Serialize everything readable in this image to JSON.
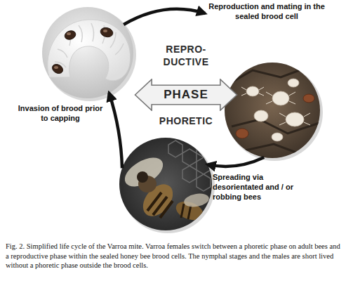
{
  "diagram": {
    "caption": "Fig. 2. Simplified life cycle of the Varroa mite. Varroa females switch between a phoretic phase on adult bees and a reproductive phase within the sealed honey bee brood cells. The nymphal stages and the males are short lived without a phoretic phase outside the brood cells.",
    "nodes": [
      {
        "text": [
          "Invasion of brood prior to capping"
        ]
      },
      {
        "text": [
          "Reproduction and mating in the sealed brood cell"
        ]
      },
      {
        "text": [
          "PHASE"
        ]
      },
      {
        "text": [
          "Spreading via desorientated and / or robbing bees"
        ]
      }
    ],
    "edges": [
      {
        "from": 0,
        "to": 1,
        "arrow": "to"
      },
      {
        "from": 1,
        "to": 3,
        "arrow": "to"
      },
      {
        "from": 3,
        "to": 0,
        "arrow": "to"
      }
    ],
    "labels": [
      "REPRO- DUCTIVE",
      "PHORETIC"
    ]
  }
}
